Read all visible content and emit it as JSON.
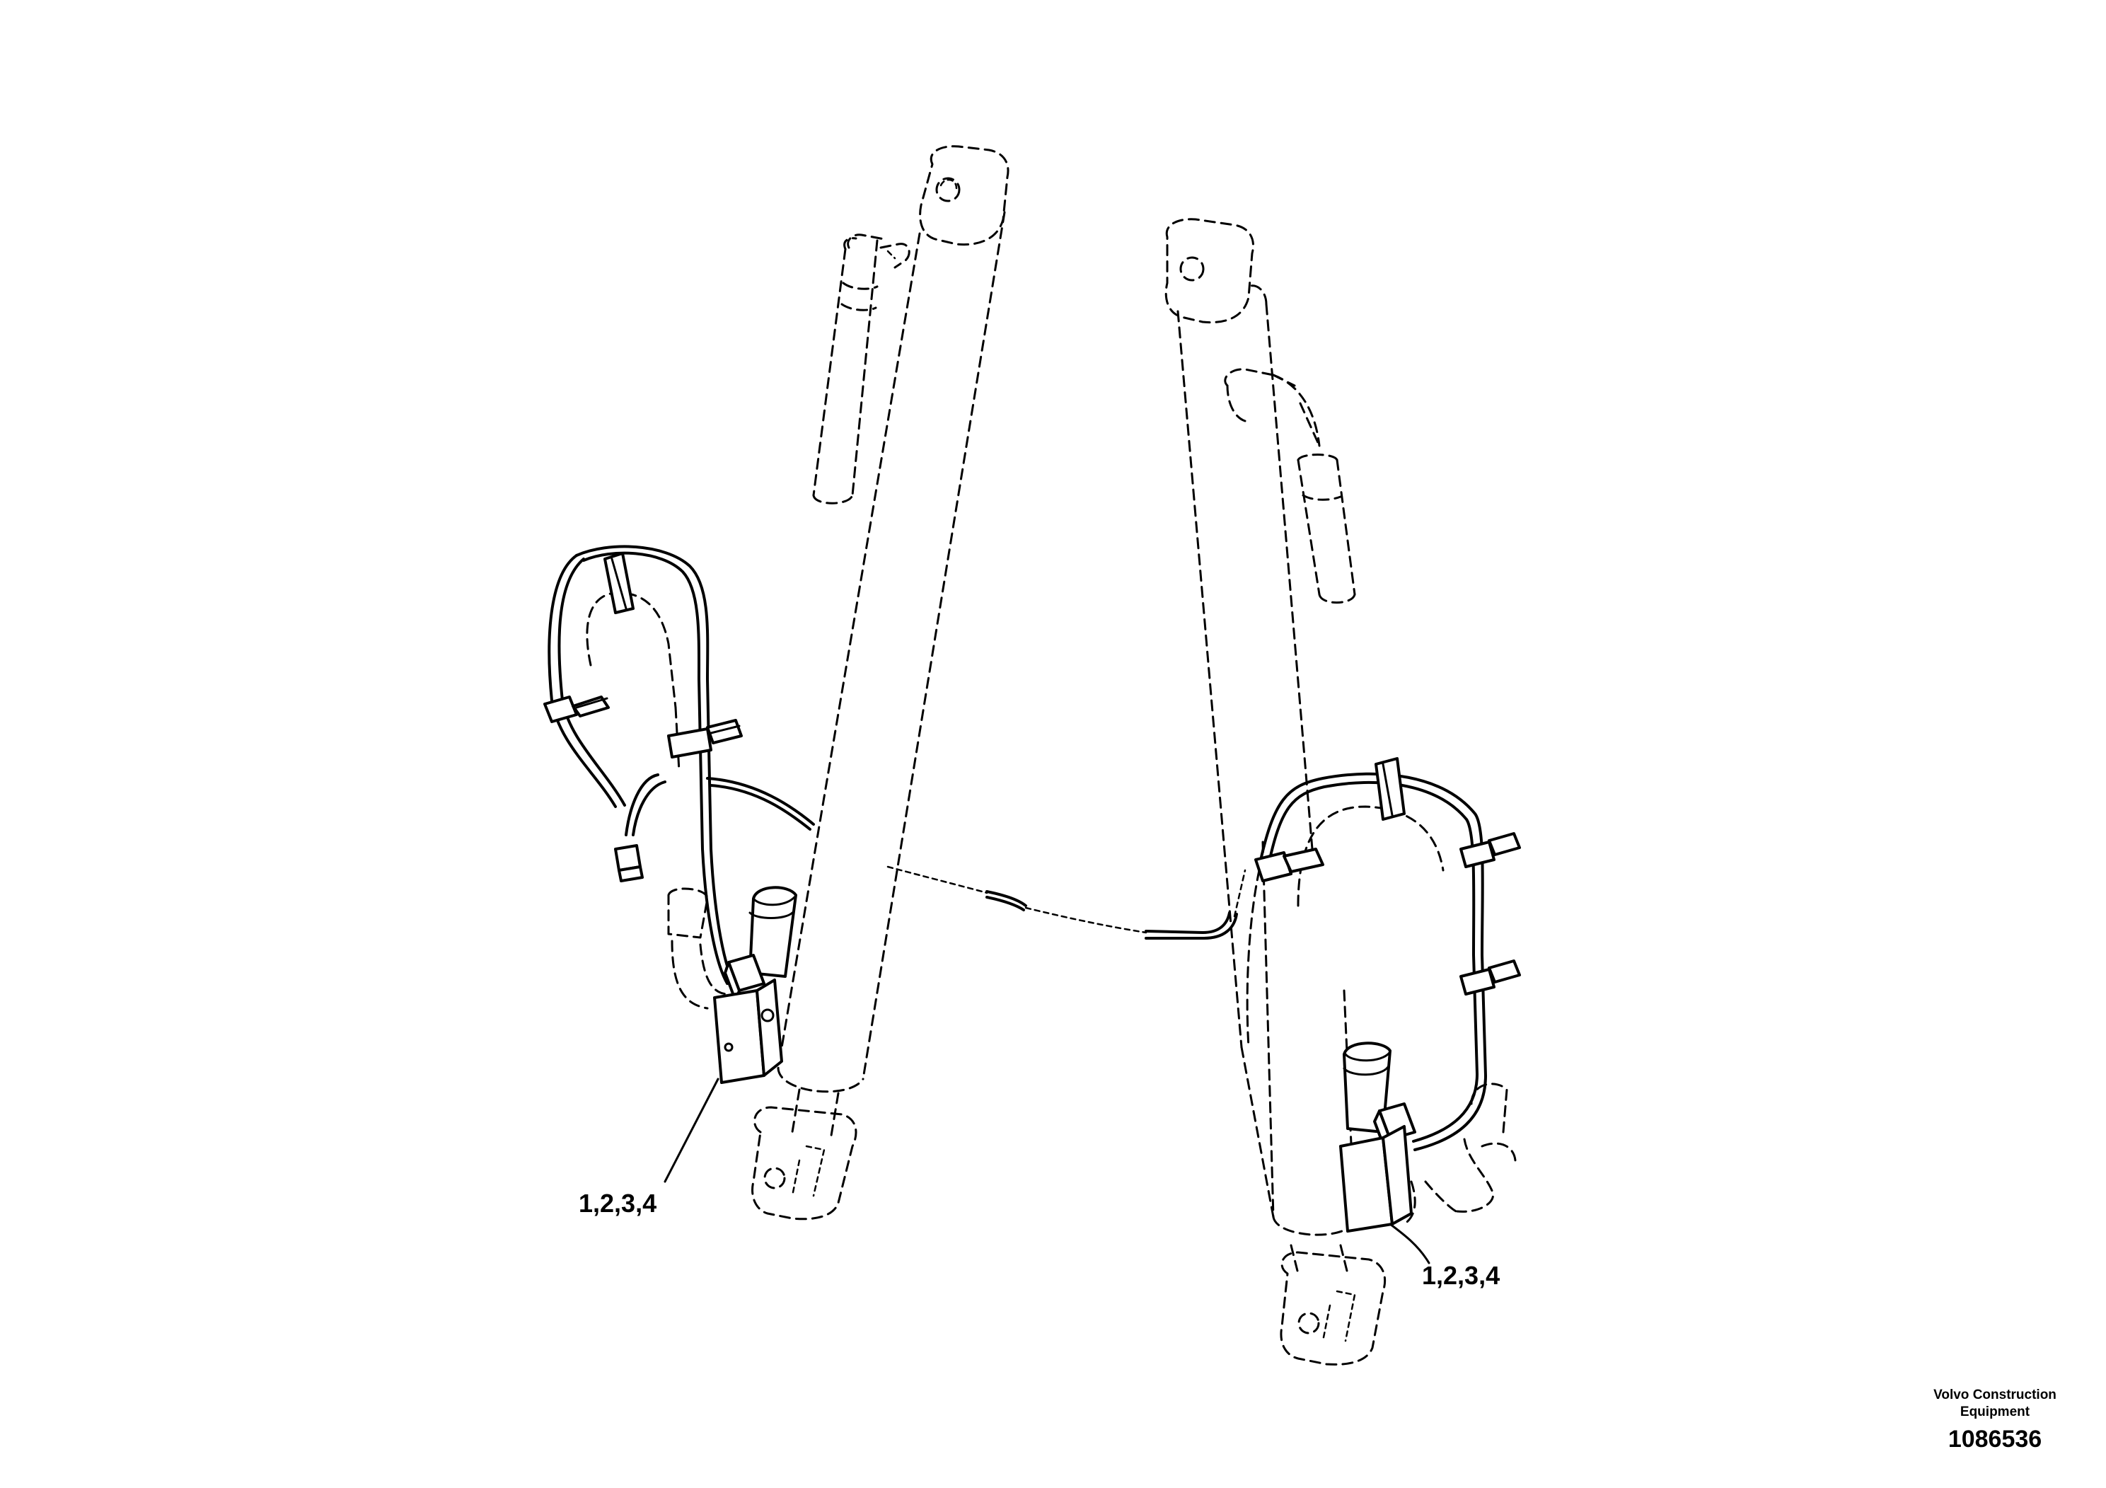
{
  "callouts": {
    "left": "1,2,3,4",
    "right": "1,2,3,4"
  },
  "title_block": {
    "company_line1": "Volvo Construction",
    "company_line2": "Equipment",
    "drawing_number": "1086536"
  }
}
